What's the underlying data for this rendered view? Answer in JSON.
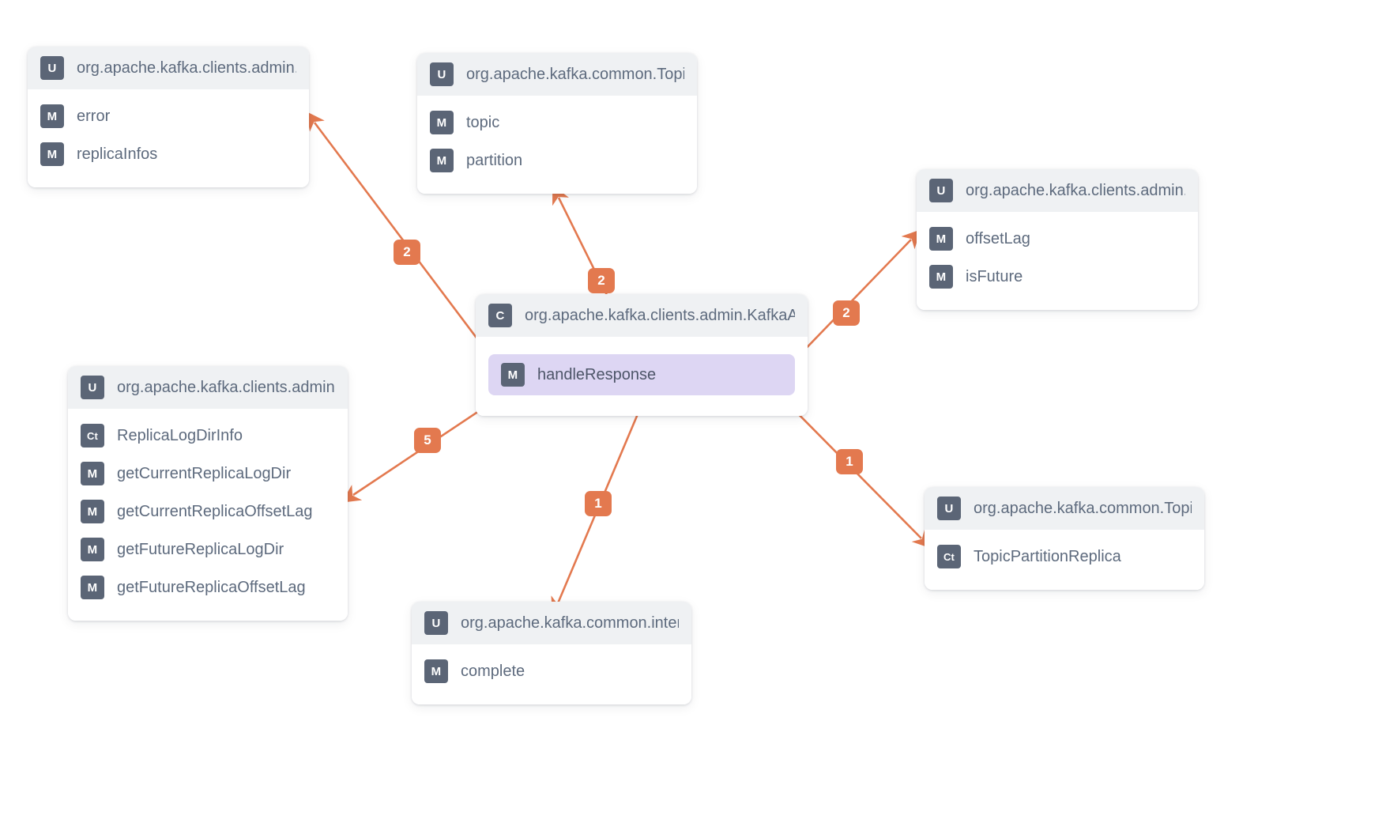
{
  "theme": {
    "edge_color": "#e3794f",
    "badge_bg": "#5b6576",
    "card_header_bg": "#eff1f3",
    "highlight_bg": "#ddd6f3",
    "text_color": "#5d6a7d",
    "background": "#ffffff"
  },
  "cards": [
    {
      "id": "log-dir-description",
      "kind_icon": "U",
      "title": "org.apache.kafka.clients.admin.",
      "rows": [
        {
          "kind_icon": "M",
          "label": "error"
        },
        {
          "kind_icon": "M",
          "label": "replicaInfos"
        }
      ]
    },
    {
      "id": "topic-partition",
      "kind_icon": "U",
      "title": "org.apache.kafka.common.Topic",
      "rows": [
        {
          "kind_icon": "M",
          "label": "topic"
        },
        {
          "kind_icon": "M",
          "label": "partition"
        }
      ]
    },
    {
      "id": "replica-info",
      "kind_icon": "U",
      "title": "org.apache.kafka.clients.admin.",
      "rows": [
        {
          "kind_icon": "M",
          "label": "offsetLag"
        },
        {
          "kind_icon": "M",
          "label": "isFuture"
        }
      ]
    },
    {
      "id": "kafka-admin-client",
      "kind_icon": "C",
      "title": "org.apache.kafka.clients.admin.KafkaAd",
      "rows": [
        {
          "kind_icon": "M",
          "label": "handleResponse",
          "highlight": true
        }
      ]
    },
    {
      "id": "replica-log-dir-info",
      "kind_icon": "U",
      "title": "org.apache.kafka.clients.admin.",
      "rows": [
        {
          "kind_icon": "Ct",
          "label": "ReplicaLogDirInfo"
        },
        {
          "kind_icon": "M",
          "label": "getCurrentReplicaLogDir"
        },
        {
          "kind_icon": "M",
          "label": "getCurrentReplicaOffsetLag"
        },
        {
          "kind_icon": "M",
          "label": "getFutureReplicaLogDir"
        },
        {
          "kind_icon": "M",
          "label": "getFutureReplicaOffsetLag"
        }
      ]
    },
    {
      "id": "topic-partition-replica",
      "kind_icon": "U",
      "title": "org.apache.kafka.common.Topic",
      "rows": [
        {
          "kind_icon": "Ct",
          "label": "TopicPartitionReplica"
        }
      ]
    },
    {
      "id": "kafka-future",
      "kind_icon": "U",
      "title": "org.apache.kafka.common.inter",
      "rows": [
        {
          "kind_icon": "M",
          "label": "complete"
        }
      ]
    }
  ],
  "edges": [
    {
      "id": "to-log-dir-description",
      "count": "2"
    },
    {
      "id": "to-topic-partition",
      "count": "2"
    },
    {
      "id": "to-replica-info",
      "count": "2"
    },
    {
      "id": "to-replica-log-dir-info",
      "count": "5"
    },
    {
      "id": "to-topic-partition-replica",
      "count": "1"
    },
    {
      "id": "to-kafka-future",
      "count": "1"
    }
  ]
}
